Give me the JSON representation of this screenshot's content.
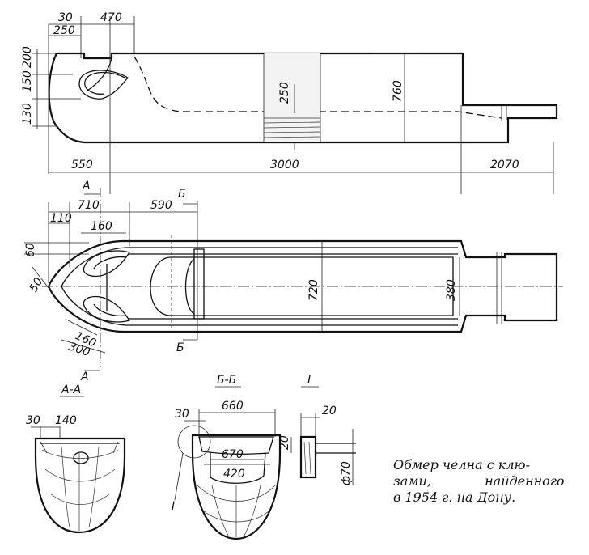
{
  "caption": {
    "line1": "Обмер челна с клю-",
    "line2a": "зами,",
    "line2b": "найденного",
    "line3": "в 1954 г. на Дону."
  },
  "side_view": {
    "dims": [
      "30",
      "470",
      "250",
      "200",
      "150",
      "130",
      "250",
      "760",
      "550",
      "3000",
      "2070"
    ]
  },
  "plan_view": {
    "dims": [
      "110",
      "710",
      "160",
      "590",
      "60",
      "50",
      "160",
      "300",
      "720",
      "380"
    ],
    "cut_a": "А",
    "cut_b": "Б"
  },
  "sections": {
    "aa": {
      "title": "А-А",
      "dims": [
        "30",
        "140"
      ]
    },
    "bb": {
      "title": "Б-Б",
      "dims": [
        "30",
        "660",
        "670",
        "420"
      ],
      "callout": "I"
    },
    "detail": {
      "title": "I",
      "dims": [
        "20",
        "20",
        "ф70"
      ]
    }
  }
}
